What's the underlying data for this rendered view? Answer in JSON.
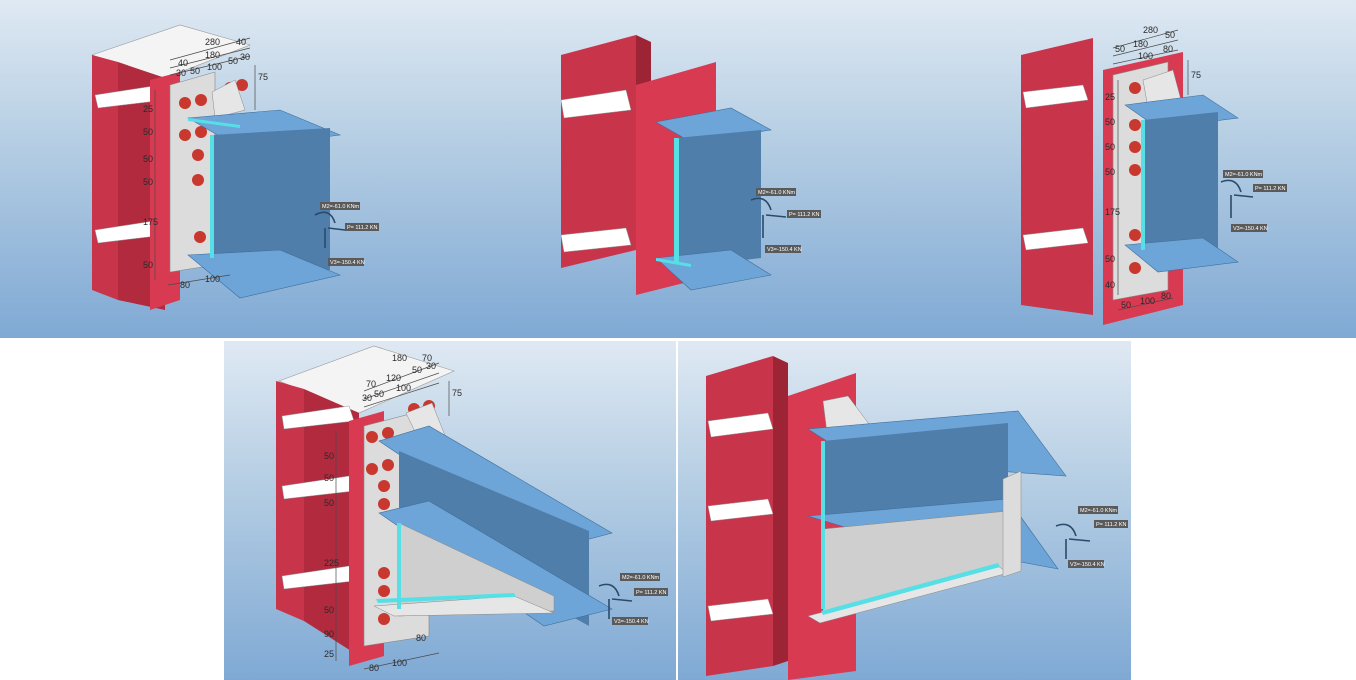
{
  "panels": [
    {
      "id": "p1",
      "dims_top": [
        "280",
        "40",
        "180",
        "40",
        "30",
        "50",
        "100",
        "50",
        "30"
      ],
      "dims_side": [
        "75",
        "25",
        "50",
        "50",
        "50",
        "175",
        "50"
      ],
      "dims_bottom": [
        "80",
        "100"
      ],
      "labels": {
        "moment": "M2=-61.0 KNm",
        "axial": "P= 111.2 KN",
        "shear": "V3=-150.4 KN"
      }
    },
    {
      "id": "p2",
      "labels": {
        "moment": "M2=-61.0 KNm",
        "axial": "P= 111.2 KN",
        "shear": "V3=-150.4 KN"
      }
    },
    {
      "id": "p3",
      "dims_top": [
        "280",
        "50",
        "180",
        "50",
        "100",
        "80"
      ],
      "dims_side": [
        "75",
        "25",
        "50",
        "50",
        "50",
        "175",
        "50",
        "40"
      ],
      "dims_bottom": [
        "50",
        "100",
        "80"
      ],
      "labels": {
        "moment": "M2=-61.0 KNm",
        "axial": "P= 111.2 KN",
        "shear": "V3=-150.4 KN"
      }
    },
    {
      "id": "p4",
      "dims_top": [
        "180",
        "70",
        "70",
        "120",
        "50",
        "30",
        "30",
        "50",
        "100"
      ],
      "dims_side": [
        "75",
        "50",
        "50",
        "50",
        "225",
        "50",
        "90",
        "25"
      ],
      "dims_bottom": [
        "80",
        "100",
        "80"
      ],
      "labels": {
        "moment": "M2=-61.0 KNm",
        "axial": "P= 111.2 KN",
        "shear": "V3=-150.4 KN"
      }
    },
    {
      "id": "p5",
      "labels": {
        "moment": "M2=-61.0 KNm",
        "axial": "P= 111.2 KN",
        "shear": "V3=-150.4 KN"
      }
    }
  ]
}
